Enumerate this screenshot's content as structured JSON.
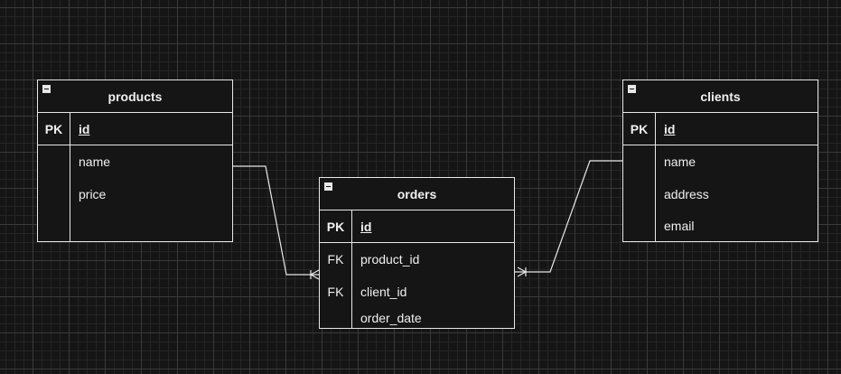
{
  "tables": {
    "products": {
      "title": "products",
      "pk": {
        "key": "PK",
        "name": "id"
      },
      "fields": [
        {
          "key": "",
          "name": "name"
        },
        {
          "key": "",
          "name": "price"
        }
      ]
    },
    "orders": {
      "title": "orders",
      "pk": {
        "key": "PK",
        "name": "id"
      },
      "fields": [
        {
          "key": "FK",
          "name": "product_id"
        },
        {
          "key": "FK",
          "name": "client_id"
        },
        {
          "key": "",
          "name": "order_date"
        }
      ]
    },
    "clients": {
      "title": "clients",
      "pk": {
        "key": "PK",
        "name": "id"
      },
      "fields": [
        {
          "key": "",
          "name": "name"
        },
        {
          "key": "",
          "name": "address"
        },
        {
          "key": "",
          "name": "email"
        }
      ]
    }
  },
  "relationships": [
    {
      "from": "products",
      "to": "orders",
      "to_cardinality": "one-or-many"
    },
    {
      "from": "clients",
      "to": "orders",
      "to_cardinality": "one-or-many"
    }
  ],
  "colors": {
    "background": "#151515",
    "stroke": "#e8e8e8",
    "text": "#f0f0f0"
  }
}
